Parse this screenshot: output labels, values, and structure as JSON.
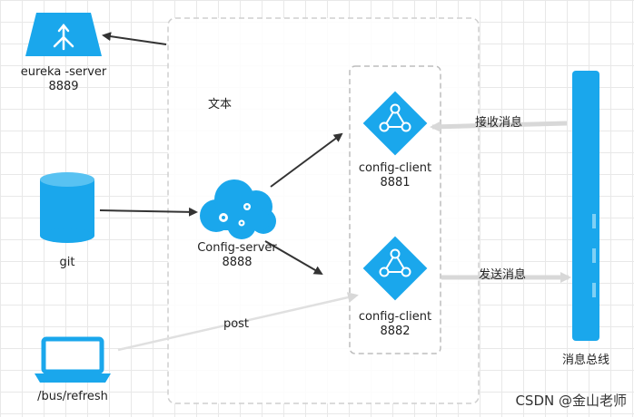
{
  "colors": {
    "accent": "#1aa7ec",
    "arrow_dark": "#333333",
    "arrow_light": "#dddddd",
    "frame": "#cfcfcf"
  },
  "labels": {
    "eureka_name": "eureka -server",
    "eureka_port": "8889",
    "text_label": "文本",
    "git": "git",
    "config_server_name": "Config-server",
    "config_server_port": "8888",
    "client1_name": "config-client",
    "client1_port": "8881",
    "client2_name": "config-client",
    "client2_port": "8882",
    "receive_msg": "接收消息",
    "send_msg": "发送消息",
    "bus": "消息总线",
    "post": "post",
    "bus_refresh": "/bus/refresh",
    "watermark": "CSDN @金山老师"
  },
  "icons": [
    "eureka-icon",
    "database-icon",
    "cloud-gears-icon",
    "network-diamond-icon",
    "laptop-icon",
    "message-bus-icon"
  ]
}
